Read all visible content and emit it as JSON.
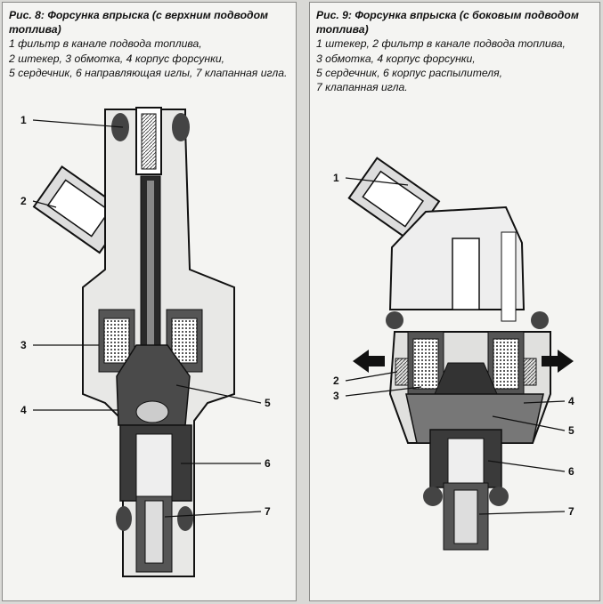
{
  "figures": [
    {
      "title": "Рис. 8: Форсунка впрыска (с верхним подводом топлива)",
      "legend": "1 фильтр в канале подвода топлива,\n2 штекер, 3 обмотка, 4 корпус форсунки,\n5 сердечник, 6 направляющая иглы, 7 клапанная игла.",
      "callouts": [
        "1",
        "2",
        "3",
        "4",
        "5",
        "6",
        "7"
      ]
    },
    {
      "title": "Рис. 9: Форсунка впрыска (с боковым подводом топлива)",
      "legend": "1 штекер, 2 фильтр в канале подвода топлива,\n3 обмотка, 4 корпус форсунки,\n5 сердечник, 6 корпус распылителя,\n7 клапанная игла.",
      "callouts": [
        "1",
        "2",
        "3",
        "4",
        "5",
        "6",
        "7"
      ]
    }
  ]
}
